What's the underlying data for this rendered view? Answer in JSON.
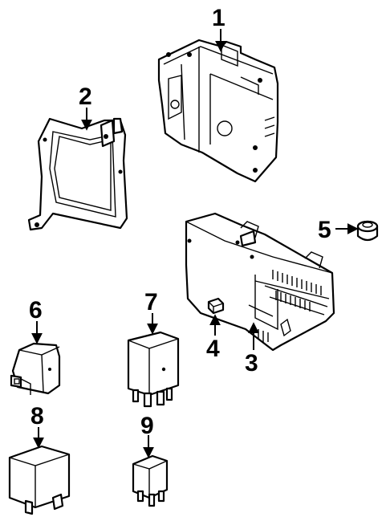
{
  "callouts": {
    "c1": "1",
    "c2": "2",
    "c3": "3",
    "c4": "4",
    "c5": "5",
    "c6": "6",
    "c7": "7",
    "c8": "8",
    "c9": "9"
  },
  "parts": [
    {
      "number": "1",
      "shape": "module-housing"
    },
    {
      "number": "2",
      "shape": "mounting-bracket"
    },
    {
      "number": "3",
      "shape": "fuse-relay-box"
    },
    {
      "number": "4",
      "shape": "fuse"
    },
    {
      "number": "5",
      "shape": "plug-cap"
    },
    {
      "number": "6",
      "shape": "relay-small"
    },
    {
      "number": "7",
      "shape": "relay-cube"
    },
    {
      "number": "8",
      "shape": "relay-large"
    },
    {
      "number": "9",
      "shape": "relay-mini"
    }
  ]
}
